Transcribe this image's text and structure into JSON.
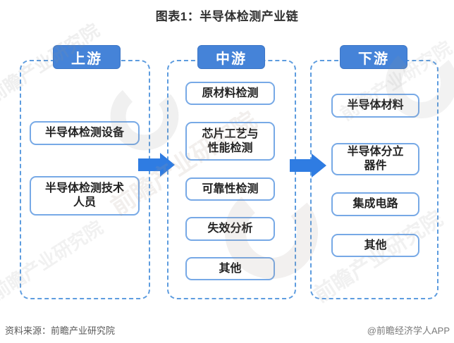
{
  "title": "图表1：半导体检测产业链",
  "diagram": {
    "columns": [
      {
        "header": "上游",
        "items": [
          {
            "label": "半导体检测设备"
          },
          {
            "label": "半导体检测技术\n人员"
          }
        ]
      },
      {
        "header": "中游",
        "items": [
          {
            "label": "原材料检测"
          },
          {
            "label": "芯片工艺与\n性能检测"
          },
          {
            "label": "可靠性检测"
          },
          {
            "label": "失效分析"
          },
          {
            "label": "其他"
          }
        ]
      },
      {
        "header": "下游",
        "items": [
          {
            "label": "半导体材料"
          },
          {
            "label": "半导体分立\n器件"
          },
          {
            "label": "集成电路"
          },
          {
            "label": "其他"
          }
        ]
      }
    ],
    "arrows": [
      "upstream-to-midstream",
      "midstream-to-downstream"
    ]
  },
  "footer": {
    "source": "资料来源：前瞻产业研究院",
    "credit": "@前瞻经济学人APP"
  },
  "watermark": {
    "text": "前瞻产业研究院"
  },
  "colors": {
    "header_blue": "#4583d8",
    "arrow_blue": "#2f7ce2",
    "container_dash_blue": "#5d9cdf",
    "node_border_blue": "#77a9e6",
    "title_text": "#303030",
    "node_text": "#222222",
    "footer_gray": "#595959"
  }
}
